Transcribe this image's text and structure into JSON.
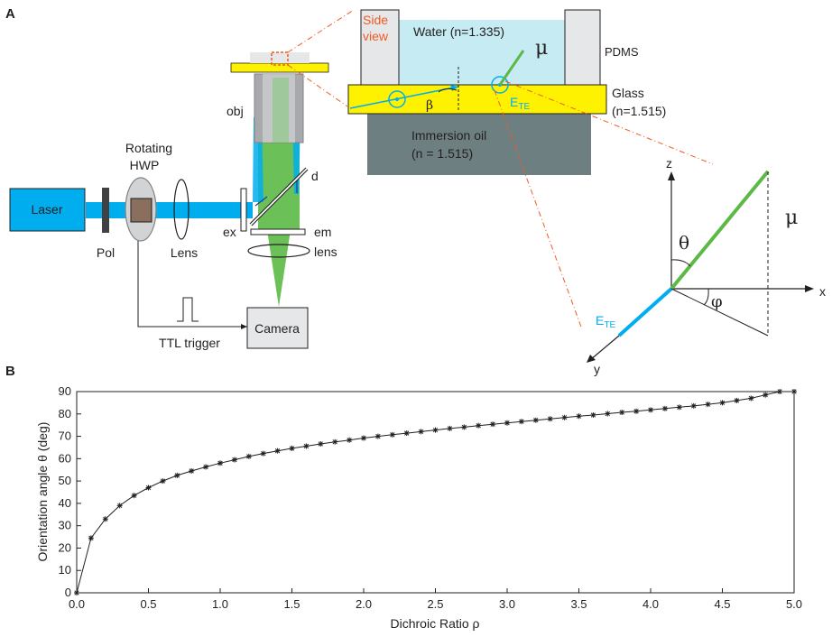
{
  "panel_a": {
    "letter": "A",
    "setup": {
      "laser": "Laser",
      "pol": "Pol",
      "rotating": "Rotating",
      "hwp": "HWP",
      "lens": "Lens",
      "ex": "ex",
      "em": "em",
      "lens_small": "lens",
      "obj": "obj",
      "d": "d",
      "camera": "Camera",
      "ttl": "TTL trigger"
    },
    "inset": {
      "side_view_1": "Side",
      "side_view_2": "view",
      "water": "Water (n=1.335)",
      "pdms": "PDMS",
      "glass_1": "Glass",
      "glass_2": "(n=1.515)",
      "oil_1": "Immersion oil",
      "oil_2": "(n = 1.515)",
      "mu": "μ",
      "beta": "β",
      "ete": "E",
      "ete_sub": "TE"
    },
    "coords": {
      "z": "z",
      "x": "x",
      "y": "y",
      "theta": "θ",
      "phi": "φ",
      "mu": "μ",
      "ete": "E",
      "ete_sub": "TE"
    },
    "colors": {
      "laser_blue": "#00aeef",
      "emission_green": "#5cb946",
      "glass_yellow": "#fff200",
      "water_blue": "#c6ebf3",
      "oil_gray": "#6d7f80",
      "pdms_gray": "#e6e7e8",
      "accent_orange": "#f15a22"
    }
  },
  "panel_b": {
    "letter": "B",
    "chart_data": {
      "type": "line",
      "xlabel": "Dichroic Ratio ρ",
      "ylabel": "Orientation angle θ (deg)",
      "xlim": [
        0,
        5
      ],
      "ylim": [
        0,
        90
      ],
      "xticks": [
        "0.0",
        "0.5",
        "1.0",
        "1.5",
        "2.0",
        "2.5",
        "3.0",
        "3.5",
        "4.0",
        "4.5",
        "5.0"
      ],
      "yticks": [
        "0",
        "10",
        "20",
        "30",
        "40",
        "50",
        "60",
        "70",
        "80",
        "90"
      ],
      "marker": "asterisk",
      "x": [
        0,
        0.1,
        0.2,
        0.3,
        0.4,
        0.5,
        0.6,
        0.7,
        0.8,
        0.9,
        1.0,
        1.1,
        1.2,
        1.3,
        1.4,
        1.5,
        1.6,
        1.7,
        1.8,
        1.9,
        2.0,
        2.1,
        2.2,
        2.3,
        2.4,
        2.5,
        2.6,
        2.7,
        2.8,
        2.9,
        3.0,
        3.1,
        3.2,
        3.3,
        3.4,
        3.5,
        3.6,
        3.7,
        3.8,
        3.9,
        4.0,
        4.1,
        4.2,
        4.3,
        4.4,
        4.5,
        4.6,
        4.7,
        4.8,
        4.9,
        5.0
      ],
      "y": [
        0,
        24.5,
        33,
        39,
        43.5,
        47,
        50,
        52.5,
        54.5,
        56.3,
        58,
        59.5,
        61,
        62.3,
        63.5,
        64.6,
        65.6,
        66.6,
        67.5,
        68.3,
        69.2,
        70,
        70.7,
        71.4,
        72.1,
        72.8,
        73.5,
        74.1,
        74.8,
        75.4,
        76,
        76.6,
        77.2,
        77.8,
        78.4,
        79,
        79.5,
        80.1,
        80.7,
        81.2,
        81.8,
        82.4,
        83,
        83.6,
        84.3,
        85,
        86,
        87,
        88.5,
        90,
        90
      ]
    }
  }
}
